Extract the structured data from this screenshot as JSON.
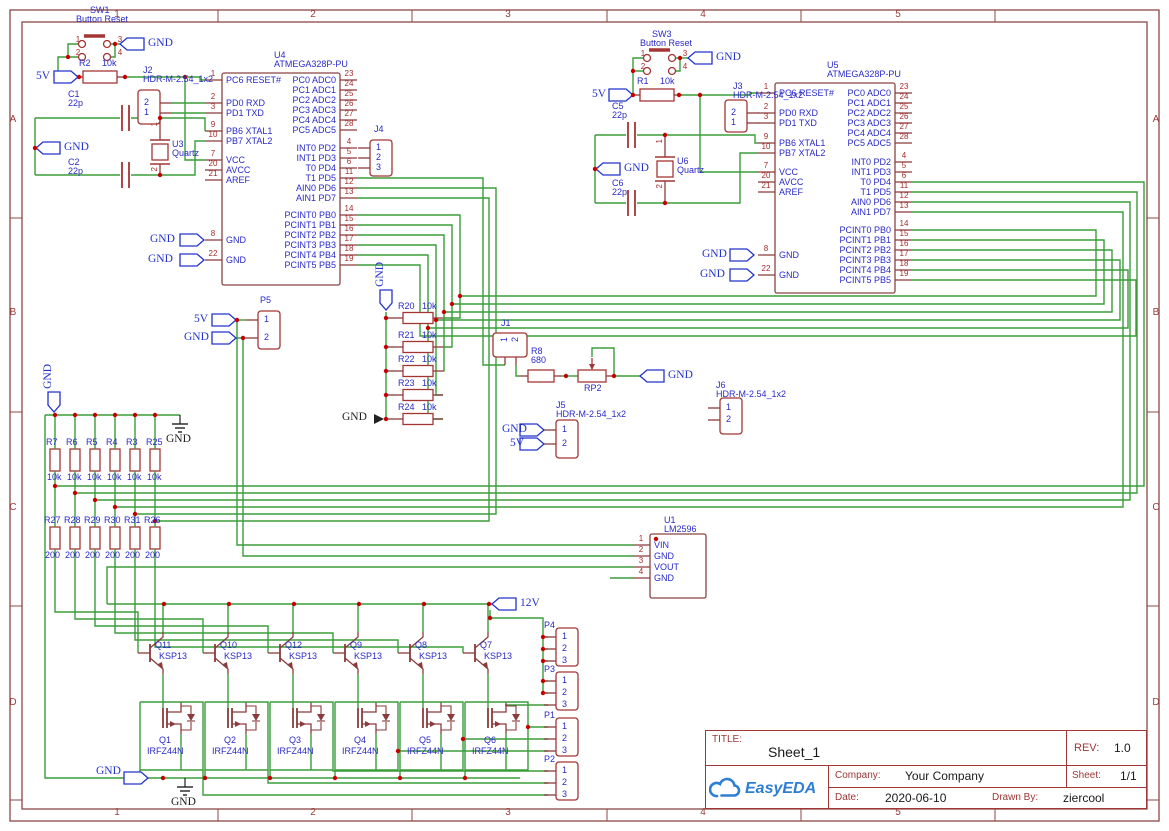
{
  "colors": {
    "wire_green": "#3a9d3a",
    "component_red": "#a33535",
    "ic_outline": "#8a4444",
    "pin_stub": "#8b3b3b",
    "pin_number_red": "#a52a2a",
    "label_blue": "#2a2ac8",
    "flag_blue": "#2233cc",
    "junction_red": "#c40000",
    "frame_red": "#8d4848",
    "logo_blue": "#2e7fd4"
  },
  "frame": {
    "columns": [
      "1",
      "2",
      "3",
      "4",
      "5"
    ],
    "rows": [
      "A",
      "B",
      "C",
      "D"
    ]
  },
  "title_block": {
    "title_label": "TITLE:",
    "title": "Sheet_1",
    "rev_label": "REV:",
    "rev": "1.0",
    "company_label": "Company:",
    "company": "Your Company",
    "sheet_label": "Sheet:",
    "sheet": "1/1",
    "date_label": "Date:",
    "date": "2020-06-10",
    "drawn_by_label": "Drawn By:",
    "drawn_by": "ziercool",
    "logo": "EasyEDA"
  },
  "nets": {
    "gnd": "GND",
    "v5": "5V",
    "v12": "12V"
  },
  "ics": [
    {
      "ref": "U4",
      "part": "ATMEGA328P-PU"
    },
    {
      "ref": "U5",
      "part": "ATMEGA328P-PU"
    }
  ],
  "mcu_pins": {
    "left": [
      {
        "n": "1",
        "name": "PC6 RESET#"
      },
      {
        "n": "2",
        "name": "PD0 RXD"
      },
      {
        "n": "3",
        "name": "PD1 TXD"
      },
      {
        "n": "9",
        "name": "PB6 XTAL1"
      },
      {
        "n": "10",
        "name": "PB7 XTAL2"
      },
      {
        "n": "7",
        "name": "VCC"
      },
      {
        "n": "20",
        "name": "AVCC"
      },
      {
        "n": "21",
        "name": "AREF"
      },
      {
        "n": "8",
        "name": "GND"
      },
      {
        "n": "22",
        "name": "GND"
      }
    ],
    "right": [
      {
        "n": "23",
        "name": "PC0 ADC0"
      },
      {
        "n": "24",
        "name": "PC1 ADC1"
      },
      {
        "n": "25",
        "name": "PC2 ADC2"
      },
      {
        "n": "26",
        "name": "PC3 ADC3"
      },
      {
        "n": "27",
        "name": "PC4 ADC4"
      },
      {
        "n": "28",
        "name": "PC5 ADC5"
      },
      {
        "n": "4",
        "name": "INT0 PD2"
      },
      {
        "n": "5",
        "name": "INT1 PD3"
      },
      {
        "n": "6",
        "name": "T0 PD4"
      },
      {
        "n": "11",
        "name": "T1 PD5"
      },
      {
        "n": "12",
        "name": "AIN0 PD6"
      },
      {
        "n": "13",
        "name": "AIN1 PD7"
      },
      {
        "n": "14",
        "name": "PCINT0 PB0"
      },
      {
        "n": "15",
        "name": "PCINT1 PB1"
      },
      {
        "n": "16",
        "name": "PCINT2 PB2"
      },
      {
        "n": "17",
        "name": "PCINT3 PB3"
      },
      {
        "n": "18",
        "name": "PCINT4 PB4"
      },
      {
        "n": "19",
        "name": "PCINT5 PB5"
      }
    ]
  },
  "regulator": {
    "ref": "U1",
    "part": "LM2596",
    "pins": [
      {
        "n": "1",
        "name": "VIN"
      },
      {
        "n": "2",
        "name": "GND"
      },
      {
        "n": "3",
        "name": "VOUT"
      },
      {
        "n": "4",
        "name": "GND"
      }
    ]
  },
  "switches": [
    {
      "ref": "SW1",
      "part": "Button Reset",
      "pins": [
        "1",
        "2",
        "3",
        "4"
      ]
    },
    {
      "ref": "SW3",
      "part": "Button Reset",
      "pins": [
        "1",
        "2",
        "3",
        "4"
      ]
    }
  ],
  "crystals": [
    {
      "ref": "U3",
      "part": "Quartz",
      "pins": [
        "1",
        "2"
      ]
    },
    {
      "ref": "U6",
      "part": "Quartz",
      "pins": [
        "1",
        "2"
      ]
    }
  ],
  "capacitors": [
    {
      "ref": "C1",
      "value": "22p"
    },
    {
      "ref": "C2",
      "value": "22p"
    },
    {
      "ref": "C5",
      "value": "22p"
    },
    {
      "ref": "C6",
      "value": "22p"
    }
  ],
  "resistors": {
    "r2": {
      "ref": "R2",
      "value": "10k"
    },
    "r1": {
      "ref": "R1",
      "value": "10k"
    },
    "r8": {
      "ref": "R8",
      "value": "680"
    },
    "column": [
      {
        "ref": "R20",
        "value": "10k"
      },
      {
        "ref": "R21",
        "value": "10k"
      },
      {
        "ref": "R22",
        "value": "10k"
      },
      {
        "ref": "R23",
        "value": "10k"
      },
      {
        "ref": "R24",
        "value": "10k"
      }
    ],
    "pullups": [
      {
        "ref": "R7",
        "value": "10k"
      },
      {
        "ref": "R6",
        "value": "10k"
      },
      {
        "ref": "R5",
        "value": "10k"
      },
      {
        "ref": "R4",
        "value": "10k"
      },
      {
        "ref": "R3",
        "value": "10k"
      },
      {
        "ref": "R25",
        "value": "10k"
      }
    ],
    "series": [
      {
        "ref": "R27",
        "value": "200"
      },
      {
        "ref": "R28",
        "value": "200"
      },
      {
        "ref": "R29",
        "value": "200"
      },
      {
        "ref": "R30",
        "value": "200"
      },
      {
        "ref": "R31",
        "value": "200"
      },
      {
        "ref": "R26",
        "value": "200"
      }
    ]
  },
  "potentiometer": {
    "ref": "RP2"
  },
  "headers": [
    {
      "ref": "J2",
      "part": "HDR-M-2.54_1x2",
      "pins": [
        "2",
        "1"
      ]
    },
    {
      "ref": "J3",
      "part": "HDR-M-2.54_1x2",
      "pins": [
        "2",
        "1"
      ]
    },
    {
      "ref": "J4",
      "part": "",
      "pins": [
        "1",
        "2",
        "3"
      ]
    },
    {
      "ref": "J1",
      "part": "",
      "pins": [
        "1",
        "2"
      ]
    },
    {
      "ref": "J5",
      "part": "HDR-M-2.54_1x2",
      "pins": [
        "1",
        "2"
      ]
    },
    {
      "ref": "J6",
      "part": "HDR-M-2.54_1x2",
      "pins": [
        "1",
        "2"
      ]
    },
    {
      "ref": "P5",
      "part": "",
      "pins": [
        "1",
        "2"
      ]
    },
    {
      "ref": "P4",
      "part": "",
      "pins": [
        "1",
        "2",
        "3"
      ]
    },
    {
      "ref": "P3",
      "part": "",
      "pins": [
        "1",
        "2",
        "3"
      ]
    },
    {
      "ref": "P1",
      "part": "",
      "pins": [
        "1",
        "2",
        "3"
      ]
    },
    {
      "ref": "P2",
      "part": "",
      "pins": [
        "1",
        "2",
        "3"
      ]
    }
  ],
  "transistors": [
    {
      "ref": "Q11",
      "part": "KSP13"
    },
    {
      "ref": "Q10",
      "part": "KSP13"
    },
    {
      "ref": "Q12",
      "part": "KSP13"
    },
    {
      "ref": "Q9",
      "part": "KSP13"
    },
    {
      "ref": "Q8",
      "part": "KSP13"
    },
    {
      "ref": "Q7",
      "part": "KSP13"
    }
  ],
  "mosfets": [
    {
      "ref": "Q1",
      "part": "IRFZ44N"
    },
    {
      "ref": "Q2",
      "part": "IRFZ44N"
    },
    {
      "ref": "Q3",
      "part": "IRFZ44N"
    },
    {
      "ref": "Q4",
      "part": "IRFZ44N"
    },
    {
      "ref": "Q5",
      "part": "IRFZ44N"
    },
    {
      "ref": "Q6",
      "part": "IRFZ44N"
    }
  ]
}
